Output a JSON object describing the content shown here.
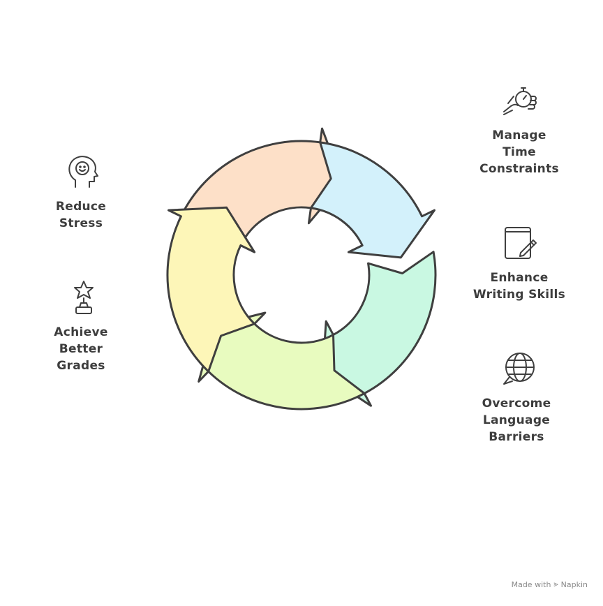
{
  "items": [
    {
      "id": "manage-time",
      "lines": [
        "Manage",
        "Time",
        "Constraints"
      ],
      "icon": "hand-stopwatch-icon",
      "color": "#d3f1fb"
    },
    {
      "id": "enhance-writing",
      "lines": [
        "Enhance",
        "Writing Skills"
      ],
      "icon": "notebook-pencil-icon",
      "color": "#c9f8e2"
    },
    {
      "id": "overcome-language",
      "lines": [
        "Overcome",
        "Language",
        "Barriers"
      ],
      "icon": "globe-speech-icon",
      "color": "#e8fbbf"
    },
    {
      "id": "achieve-grades",
      "lines": [
        "Achieve",
        "Better",
        "Grades"
      ],
      "icon": "trophy-star-icon",
      "color": "#fdf6b8"
    },
    {
      "id": "reduce-stress",
      "lines": [
        "Reduce",
        "Stress"
      ],
      "icon": "smiling-head-icon",
      "color": "#fde0c8"
    }
  ],
  "watermark": {
    "prefix": "Made with",
    "brand": "Napkin"
  },
  "stroke_color": "#3f3f3f"
}
